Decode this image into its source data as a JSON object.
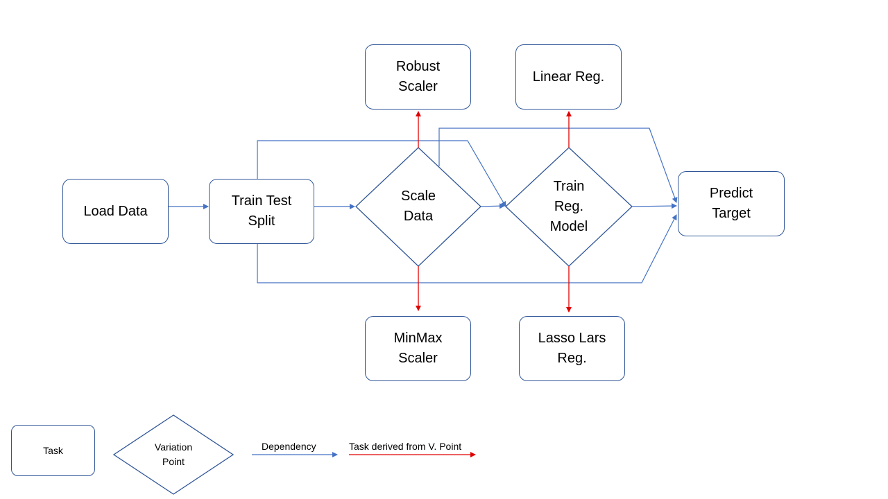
{
  "diagram": {
    "nodes": {
      "load_data": "Load Data",
      "train_test_split": "Train Test\nSplit",
      "scale_data": "Scale\nData",
      "train_reg_model": "Train\nReg.\nModel",
      "predict_target": "Predict\nTarget",
      "robust_scaler": "Robust\nScaler",
      "minmax_scaler": "MinMax\nScaler",
      "linear_reg": "Linear Reg.",
      "lasso_lars_reg": "Lasso Lars\nReg."
    }
  },
  "legend": {
    "task_label": "Task",
    "variation_point_label": "Variation\nPoint",
    "dependency_label": "Dependency",
    "derived_label": "Task derived from V. Point"
  },
  "colors": {
    "dependency": "#4472c4",
    "derived": "#e00000",
    "outline": "#2f5597"
  }
}
